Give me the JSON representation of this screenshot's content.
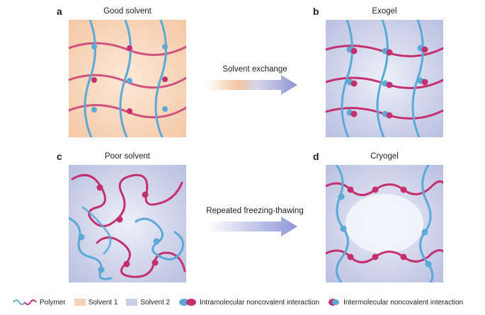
{
  "panels": [
    {
      "letter": "a",
      "title": "Good solvent"
    },
    {
      "letter": "b",
      "title": "Exogel"
    },
    {
      "letter": "c",
      "title": "Poor solvent"
    },
    {
      "letter": "d",
      "title": "Cryogel"
    }
  ],
  "arrows": {
    "top": "Solvent exchange",
    "bottom": "Repeated freezing-thawing"
  },
  "legend": {
    "polymer": "Polymer",
    "solvent1": "Solvent 1",
    "solvent2": "Solvent 2",
    "intra": "Intramolecular noncovalent interaction",
    "inter": "Intermolecular noncovalent interaction"
  },
  "colors": {
    "solvent1": "#f6d2b5",
    "solvent2": "#c9cde6",
    "polymer_blue": "#5aa9d6",
    "polymer_pink": "#c4306e"
  }
}
